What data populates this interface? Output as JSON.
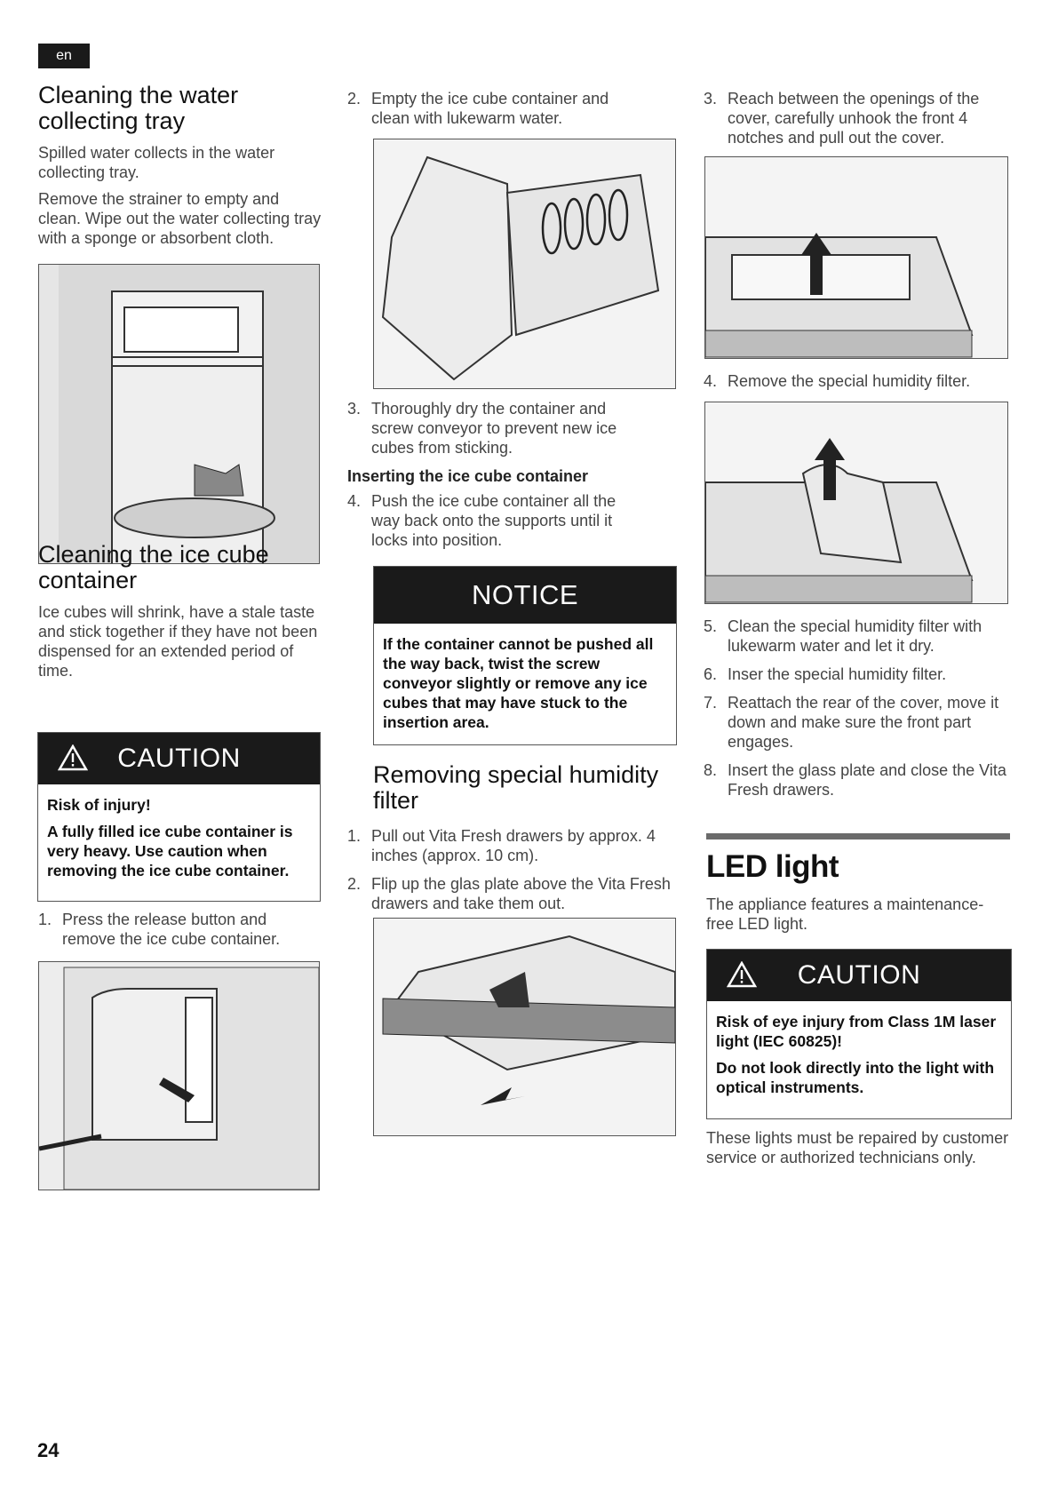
{
  "lang_tag": "en",
  "page_number": "24",
  "col1": {
    "section1_title": "Cleaning the water collecting tray",
    "section1_p1": "Spilled water collects in the water collecting tray.",
    "section1_p2": "Remove the strainer to empty and clean. Wipe out the water collecting tray with a sponge or absorbent cloth.",
    "section2_title": "Cleaning the ice cube container",
    "section2_p1": "Ice cubes will shrink, have a stale taste and stick together if they have not been dispensed for an extended period of time.",
    "caution_label": "CAUTION",
    "caution_line1": "Risk of injury!",
    "caution_line2": "A fully filled ice cube container is very heavy. Use caution when removing the ice cube container.",
    "step1_num": "1.",
    "step1_text": "Press the release button and remove the ice cube container."
  },
  "col2": {
    "step2_num": "2.",
    "step2_text": "Empty the ice cube container and clean with lukewarm water.",
    "step3_num": "3.",
    "step3_text": "Thoroughly dry the container and screw conveyor to prevent new ice cubes from sticking.",
    "subhead": "Inserting the ice cube container",
    "step4_num": "4.",
    "step4_text": "Push the ice cube container all the way back onto the supports until it locks into position.",
    "notice_label": "NOTICE",
    "notice_text": "If the container cannot be pushed all the way back, twist the screw conveyor slightly or remove any ice cubes that may have stuck to the insertion area.",
    "section_title": "Removing special humidity filter",
    "f_step1_num": "1.",
    "f_step1_text": "Pull out Vita Fresh drawers by approx. 4 inches (approx. 10 cm).",
    "f_step2_num": "2.",
    "f_step2_text": "Flip up the glas plate above the Vita Fresh drawers and take them out."
  },
  "col3": {
    "step3_num": "3.",
    "step3_text": "Reach between the openings of the cover, carefully unhook the front 4 notches and pull out the cover.",
    "step4_num": "4.",
    "step4_text": "Remove the special humidity filter.",
    "step5_num": "5.",
    "step5_text": "Clean the special humidity filter with lukewarm water and let it dry.",
    "step6_num": "6.",
    "step6_text": "Inser the special humidity filter.",
    "step7_num": "7.",
    "step7_text": "Reattach the rear of the cover, move it down and make sure the front part engages.",
    "step8_num": "8.",
    "step8_text": "Insert the glass plate and close the Vita Fresh drawers.",
    "led_title": "LED light",
    "led_p1": "The appliance features a maintenance-free LED light.",
    "caution_label": "CAUTION",
    "caution_line1": "Risk of eye injury from Class 1M laser light (IEC 60825)!",
    "caution_line2": "Do not look directly into the light with optical instruments.",
    "led_p2": "These lights must be repaired by customer service or authorized technicians only."
  }
}
